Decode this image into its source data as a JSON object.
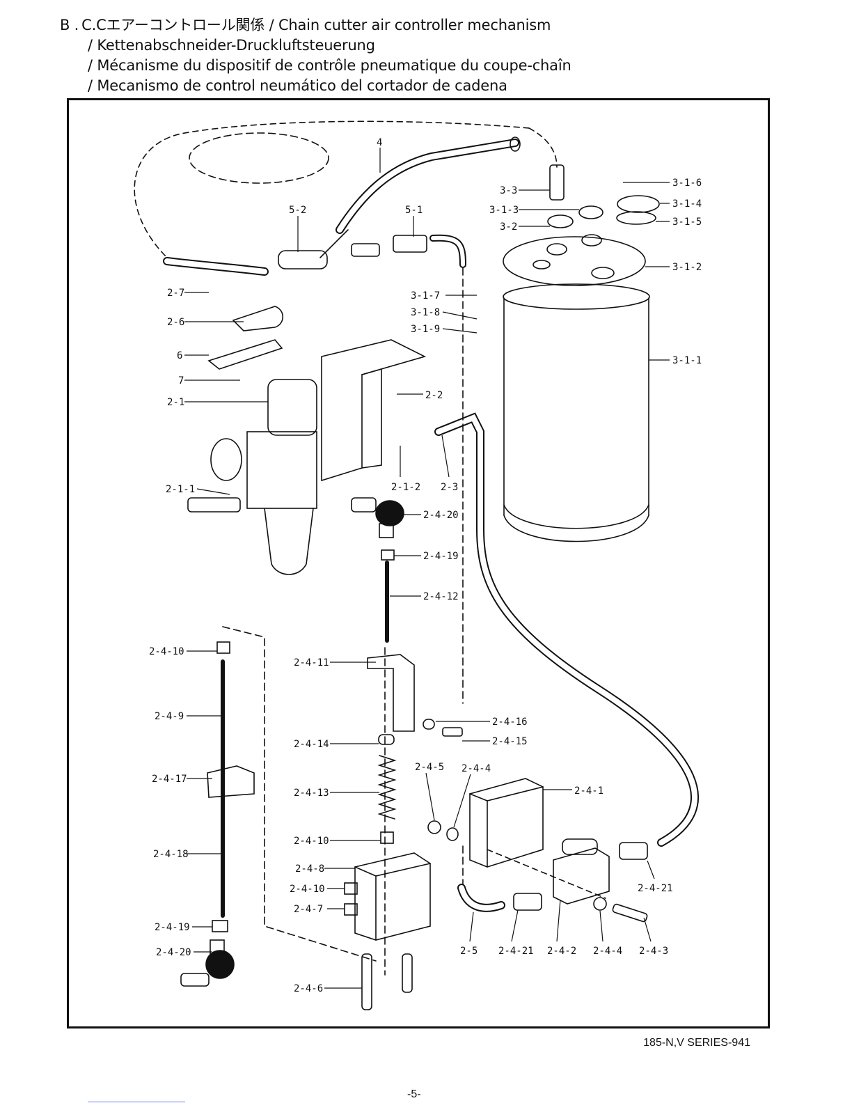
{
  "header": {
    "prefix": "B .",
    "title_lines": [
      "C.Cエアーコントロール関係 / Chain cutter air controller mechanism",
      "/ Kettenabschneider-Druckluftsteuerung",
      "/ Mécanisme du dispositif de contrôle pneumatique du coupe-chaîn",
      "/ Mecanismo de control neumático del cortador de cadena"
    ]
  },
  "part_labels": {
    "p4": "4",
    "p5_2": "5-2",
    "p5_1": "5-1",
    "p3_3": "3-3",
    "p3_1_3": "3-1-3",
    "p3_2": "3-2",
    "p3_1_6": "3-1-6",
    "p3_1_4": "3-1-4",
    "p3_1_5": "3-1-5",
    "p3_1_2": "3-1-2",
    "p3_1_1": "3-1-1",
    "p3_1_7": "3-1-7",
    "p3_1_8": "3-1-8",
    "p3_1_9": "3-1-9",
    "p2_7": "2-7",
    "p2_6": "2-6",
    "p6": "6",
    "p7": "7",
    "p2_1": "2-1",
    "p2_2": "2-2",
    "p2_1_1": "2-1-1",
    "p2_1_2": "2-1-2",
    "p2_3": "2-3",
    "p2_4_20a": "2-4-20",
    "p2_4_19a": "2-4-19",
    "p2_4_12": "2-4-12",
    "p2_4_10a": "2-4-10",
    "p2_4_9": "2-4-9",
    "p2_4_17": "2-4-17",
    "p2_4_18": "2-4-18",
    "p2_4_19b": "2-4-19",
    "p2_4_20b": "2-4-20",
    "p2_4_11": "2-4-11",
    "p2_4_16": "2-4-16",
    "p2_4_15": "2-4-15",
    "p2_4_14": "2-4-14",
    "p2_4_13": "2-4-13",
    "p2_4_10b": "2-4-10",
    "p2_4_8": "2-4-8",
    "p2_4_10c": "2-4-10",
    "p2_4_7": "2-4-7",
    "p2_4_6": "2-4-6",
    "p2_4_5": "2-4-5",
    "p2_4_4a": "2-4-4",
    "p2_4_1": "2-4-1",
    "p2_4_21a": "2-4-21",
    "p2_5": "2-5",
    "p2_4_21b": "2-4-21",
    "p2_4_2": "2-4-2",
    "p2_4_4b": "2-4-4",
    "p2_4_3": "2-4-3"
  },
  "footer": {
    "series": "185-N,V SERIES-941",
    "page": "-5-"
  }
}
